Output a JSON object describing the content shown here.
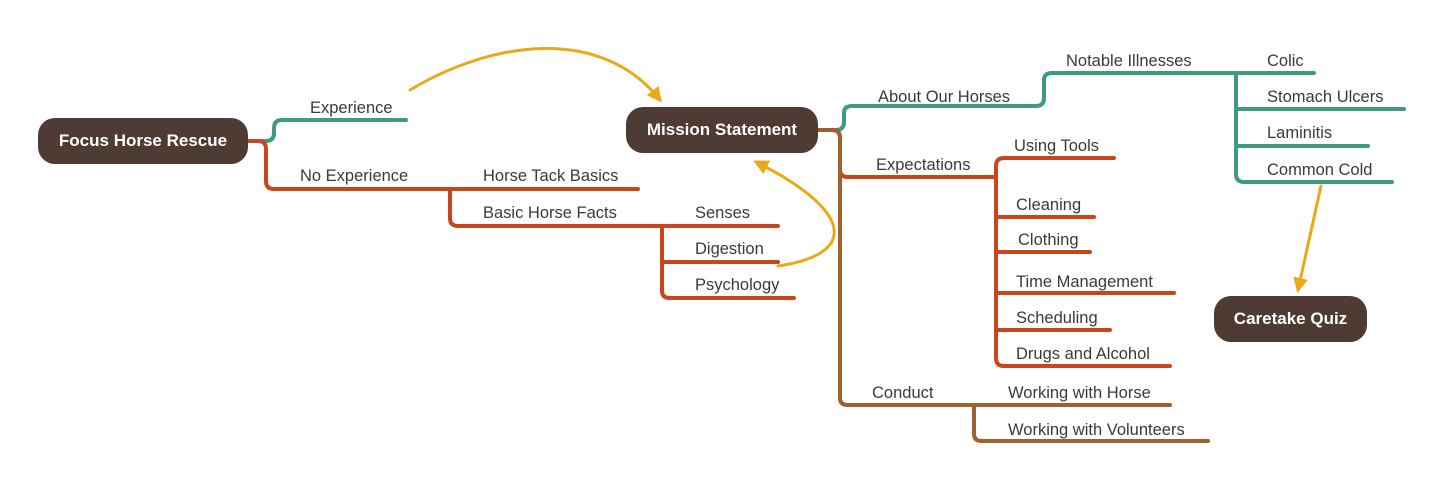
{
  "colors": {
    "teal": "#3f9a82",
    "red": "#c9461c",
    "brown": "#a0622c",
    "arrow": "#eaa918",
    "node_fill": "#4e3b34",
    "node_text": "#ffffff",
    "label_text": "#3a3a3a"
  },
  "nodes": {
    "root": "Focus Horse Rescue",
    "mission": "Mission Statement",
    "quiz": "Caretake Quiz"
  },
  "branches": {
    "experience": "Experience",
    "no_experience": "No Experience",
    "horse_tack_basics": "Horse Tack Basics",
    "basic_horse_facts": "Basic Horse Facts",
    "senses": "Senses",
    "digestion": "Digestion",
    "psychology": "Psychology",
    "about_our_horses": "About Our Horses",
    "notable_illnesses": "Notable Illnesses",
    "colic": "Colic",
    "stomach_ulcers": "Stomach Ulcers",
    "laminitis": "Laminitis",
    "common_cold": "Common Cold",
    "expectations": "Expectations",
    "using_tools": "Using Tools",
    "cleaning": "Cleaning",
    "clothing": "Clothing",
    "time_management": "Time Management",
    "scheduling": "Scheduling",
    "drugs_and_alcohol": "Drugs and Alcohol",
    "conduct": "Conduct",
    "working_with_horse": "Working with Horse",
    "working_with_volunteers": "Working with Volunteers"
  },
  "relationships": [
    {
      "from": "Experience",
      "to": "Mission Statement"
    },
    {
      "from": "Psychology",
      "to": "Mission Statement"
    },
    {
      "from": "Common Cold",
      "to": "Caretake Quiz"
    }
  ]
}
